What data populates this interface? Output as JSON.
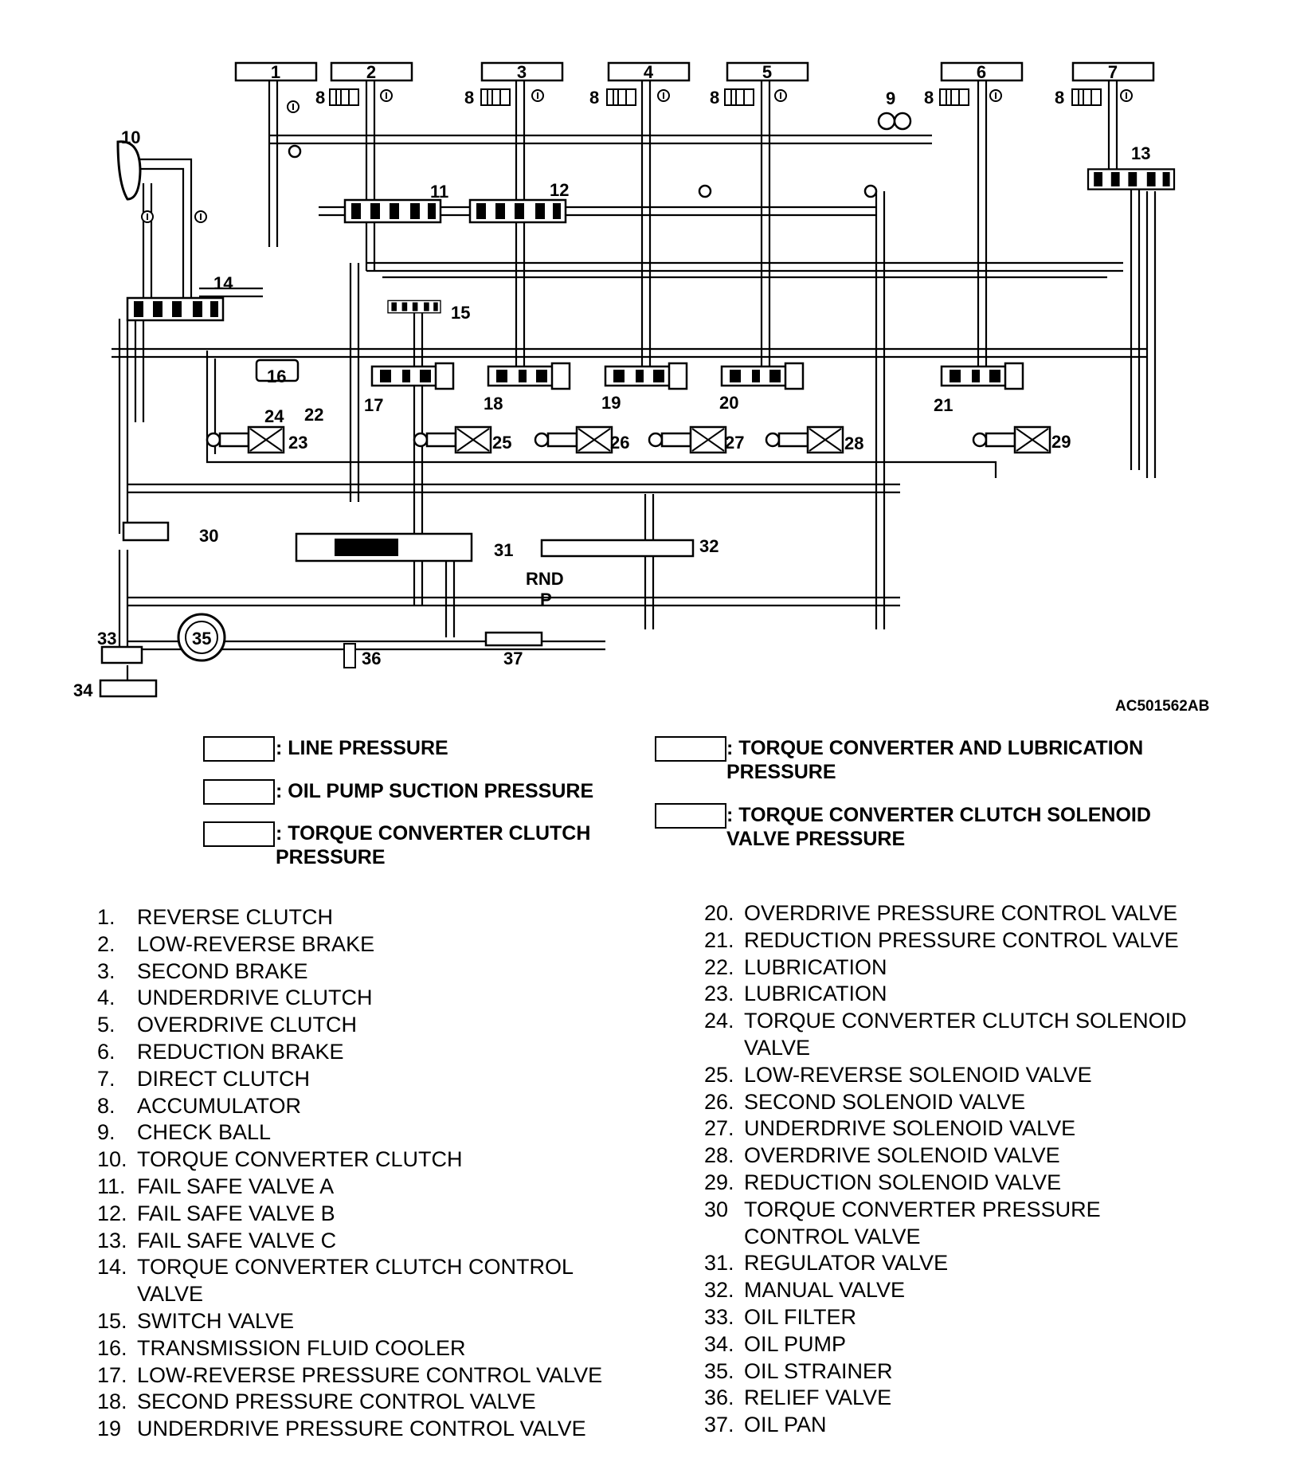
{
  "figure_id": "AC501562AB",
  "chambers": [
    "1",
    "2",
    "3",
    "4",
    "5",
    "6",
    "7"
  ],
  "accumulator_tag": "8",
  "part_callouts": [
    "9",
    "10",
    "11",
    "12",
    "13",
    "14",
    "15",
    "16",
    "17",
    "18",
    "19",
    "20",
    "21",
    "22",
    "23",
    "24",
    "25",
    "26",
    "27",
    "28",
    "29",
    "30",
    "31",
    "32",
    "33",
    "34",
    "35",
    "36",
    "37"
  ],
  "manual_positions": {
    "top": "RND",
    "bottom": "P"
  },
  "legend": [
    {
      "label": ": LINE PRESSURE"
    },
    {
      "label": ": OIL PUMP SUCTION PRESSURE"
    },
    {
      "label": ": TORQUE CONVERTER CLUTCH\nPRESSURE"
    },
    {
      "label": ": TORQUE CONVERTER AND LUBRICATION\nPRESSURE"
    },
    {
      "label": ": TORQUE CONVERTER CLUTCH SOLENOID\nVALVE PRESSURE"
    }
  ],
  "parts_left": [
    {
      "n": "1.",
      "t": "REVERSE CLUTCH"
    },
    {
      "n": "2.",
      "t": "LOW-REVERSE BRAKE"
    },
    {
      "n": "3.",
      "t": "SECOND BRAKE"
    },
    {
      "n": "4.",
      "t": "UNDERDRIVE CLUTCH"
    },
    {
      "n": "5.",
      "t": "OVERDRIVE CLUTCH"
    },
    {
      "n": "6.",
      "t": "REDUCTION BRAKE"
    },
    {
      "n": "7.",
      "t": "DIRECT CLUTCH"
    },
    {
      "n": "8.",
      "t": "ACCUMULATOR"
    },
    {
      "n": "9.",
      "t": "CHECK BALL"
    },
    {
      "n": "10.",
      "t": "TORQUE CONVERTER CLUTCH"
    },
    {
      "n": "11.",
      "t": "FAIL SAFE VALVE A"
    },
    {
      "n": "12.",
      "t": "FAIL SAFE VALVE B"
    },
    {
      "n": "13.",
      "t": "FAIL SAFE VALVE C"
    },
    {
      "n": "14.",
      "t": "TORQUE CONVERTER CLUTCH CONTROL\nVALVE"
    },
    {
      "n": "15.",
      "t": "SWITCH VALVE"
    },
    {
      "n": "16.",
      "t": "TRANSMISSION FLUID COOLER"
    },
    {
      "n": "17.",
      "t": "LOW-REVERSE PRESSURE CONTROL VALVE"
    },
    {
      "n": "18.",
      "t": "SECOND PRESSURE CONTROL VALVE"
    },
    {
      "n": "19",
      "t": "UNDERDRIVE PRESSURE CONTROL VALVE"
    }
  ],
  "parts_right": [
    {
      "n": "20.",
      "t": "OVERDRIVE PRESSURE CONTROL VALVE"
    },
    {
      "n": "21.",
      "t": "REDUCTION PRESSURE CONTROL VALVE"
    },
    {
      "n": "22.",
      "t": "LUBRICATION"
    },
    {
      "n": "23.",
      "t": "LUBRICATION"
    },
    {
      "n": "24.",
      "t": "TORQUE CONVERTER CLUTCH SOLENOID\nVALVE"
    },
    {
      "n": "25.",
      "t": "LOW-REVERSE SOLENOID VALVE"
    },
    {
      "n": "26.",
      "t": "SECOND SOLENOID VALVE"
    },
    {
      "n": "27.",
      "t": "UNDERDRIVE SOLENOID VALVE"
    },
    {
      "n": "28.",
      "t": "OVERDRIVE SOLENOID VALVE"
    },
    {
      "n": "29.",
      "t": "REDUCTION SOLENOID VALVE"
    },
    {
      "n": "30",
      "t": "TORQUE CONVERTER PRESSURE\nCONTROL VALVE"
    },
    {
      "n": "31.",
      "t": "REGULATOR VALVE"
    },
    {
      "n": "32.",
      "t": "MANUAL VALVE"
    },
    {
      "n": "33.",
      "t": "OIL FILTER"
    },
    {
      "n": "34.",
      "t": "OIL PUMP"
    },
    {
      "n": "35.",
      "t": "OIL STRAINER"
    },
    {
      "n": "36.",
      "t": "RELIEF VALVE"
    },
    {
      "n": "37.",
      "t": "OIL PAN"
    }
  ]
}
